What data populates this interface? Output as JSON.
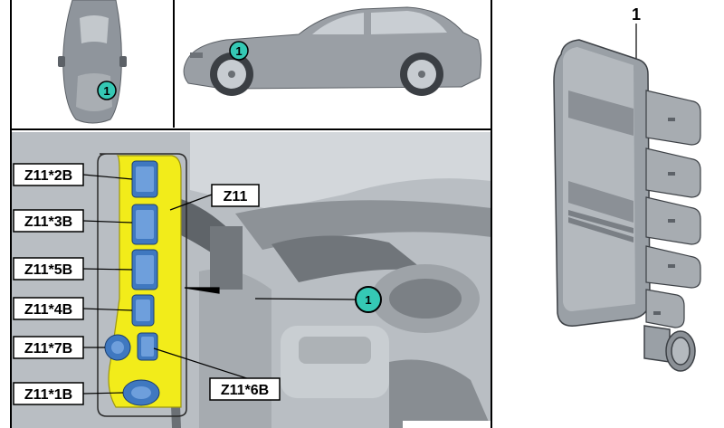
{
  "callout_number": "1",
  "part_label": "1",
  "connector_labels": {
    "z2b": "Z11*2B",
    "z3b": "Z11*3B",
    "z5b": "Z11*5B",
    "z4b": "Z11*4B",
    "z7b": "Z11*7B",
    "z1b": "Z11*1B",
    "z6b": "Z11*6B",
    "z11": "Z11"
  },
  "colors": {
    "highlight_yellow": "#f2ec1a",
    "callout_teal": "#35c8b4",
    "connector_blue": "#3f78c0",
    "vehicle_gray": "#9a9fa5",
    "engine_bg": "#b9bec3"
  }
}
